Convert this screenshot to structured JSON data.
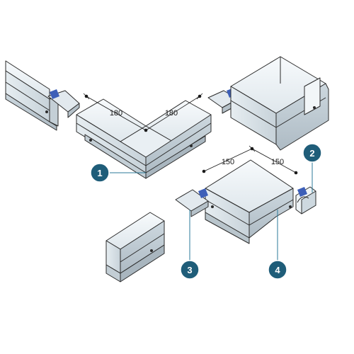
{
  "dimensions": {
    "corner_outer_left": "180",
    "corner_outer_right": "180",
    "corner_inner_left": "150",
    "corner_inner_right": "150"
  },
  "callouts": {
    "c1": "1",
    "c2": "2",
    "c3": "3",
    "c4": "4"
  },
  "colors": {
    "profile_light": "#eef3f6",
    "profile_mid": "#d3dde3",
    "profile_dark": "#b3c0c8",
    "connector_clip": "#3d5fb8",
    "callout_fill": "#1f5d79",
    "leader_line": "#2b7a98"
  }
}
